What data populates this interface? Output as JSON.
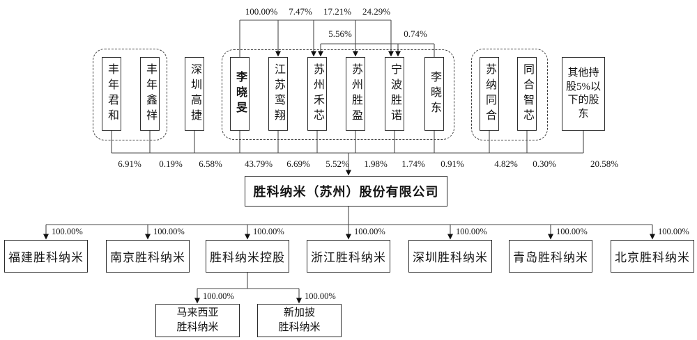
{
  "diagram": {
    "title_hint": "equity-structure-diagram",
    "colors": {
      "line": "#4a4a4a",
      "border": "#2c2c2c",
      "text": "#141414",
      "background": "#ffffff"
    },
    "top_holdings": [
      {
        "from": "李晓旻",
        "to": "江苏鸾翔",
        "pct": "100.00%"
      },
      {
        "from": "李晓旻",
        "to": "苏州禾芯",
        "pct": "7.47%"
      },
      {
        "from": "李晓旻",
        "to": "苏州胜盈",
        "pct": "17.21%"
      },
      {
        "from": "李晓旻",
        "to": "宁波胜诺",
        "pct": "24.29%"
      },
      {
        "from": "李晓东",
        "to": "苏州禾芯",
        "pct": "5.56%"
      },
      {
        "from": "李晓东",
        "to": "宁波胜诺",
        "pct": "0.74%"
      }
    ],
    "shareholders": [
      {
        "name": "丰年君和",
        "pct": "6.91%"
      },
      {
        "name": "丰年鑫祥",
        "pct": "0.19%"
      },
      {
        "name": "深圳高捷",
        "pct": "6.58%"
      },
      {
        "name": "李晓旻",
        "pct": "43.79%"
      },
      {
        "name": "江苏鸾翔",
        "pct": "6.69%"
      },
      {
        "name": "苏州禾芯",
        "pct": "5.52%"
      },
      {
        "name": "苏州胜盈",
        "pct": "1.98%"
      },
      {
        "name": "宁波胜诺",
        "pct": "1.74%"
      },
      {
        "name": "李晓东",
        "pct": "0.91%"
      },
      {
        "name": "苏纳同合",
        "pct": "4.82%"
      },
      {
        "name": "同合智芯",
        "pct": "0.30%"
      },
      {
        "name": "其他持股5%以下的股东",
        "pct": "20.58%"
      }
    ],
    "company": {
      "name": "胜科纳米（苏州）股份有限公司"
    },
    "subsidiaries": [
      {
        "name": "福建胜科纳米",
        "pct": "100.00%"
      },
      {
        "name": "南京胜科纳米",
        "pct": "100.00%"
      },
      {
        "name": "胜科纳米控股",
        "pct": "100.00%"
      },
      {
        "name": "浙江胜科纳米",
        "pct": "100.00%"
      },
      {
        "name": "深圳胜科纳米",
        "pct": "100.00%"
      },
      {
        "name": "青岛胜科纳米",
        "pct": "100.00%"
      },
      {
        "name": "北京胜科纳米",
        "pct": "100.00%"
      }
    ],
    "sub_subsidiaries": [
      {
        "line1": "马来西亚",
        "line2": "胜科纳米",
        "pct": "100.00%"
      },
      {
        "line1": "新加披",
        "line2": "胜科纳米",
        "pct": "100.00%"
      }
    ]
  }
}
